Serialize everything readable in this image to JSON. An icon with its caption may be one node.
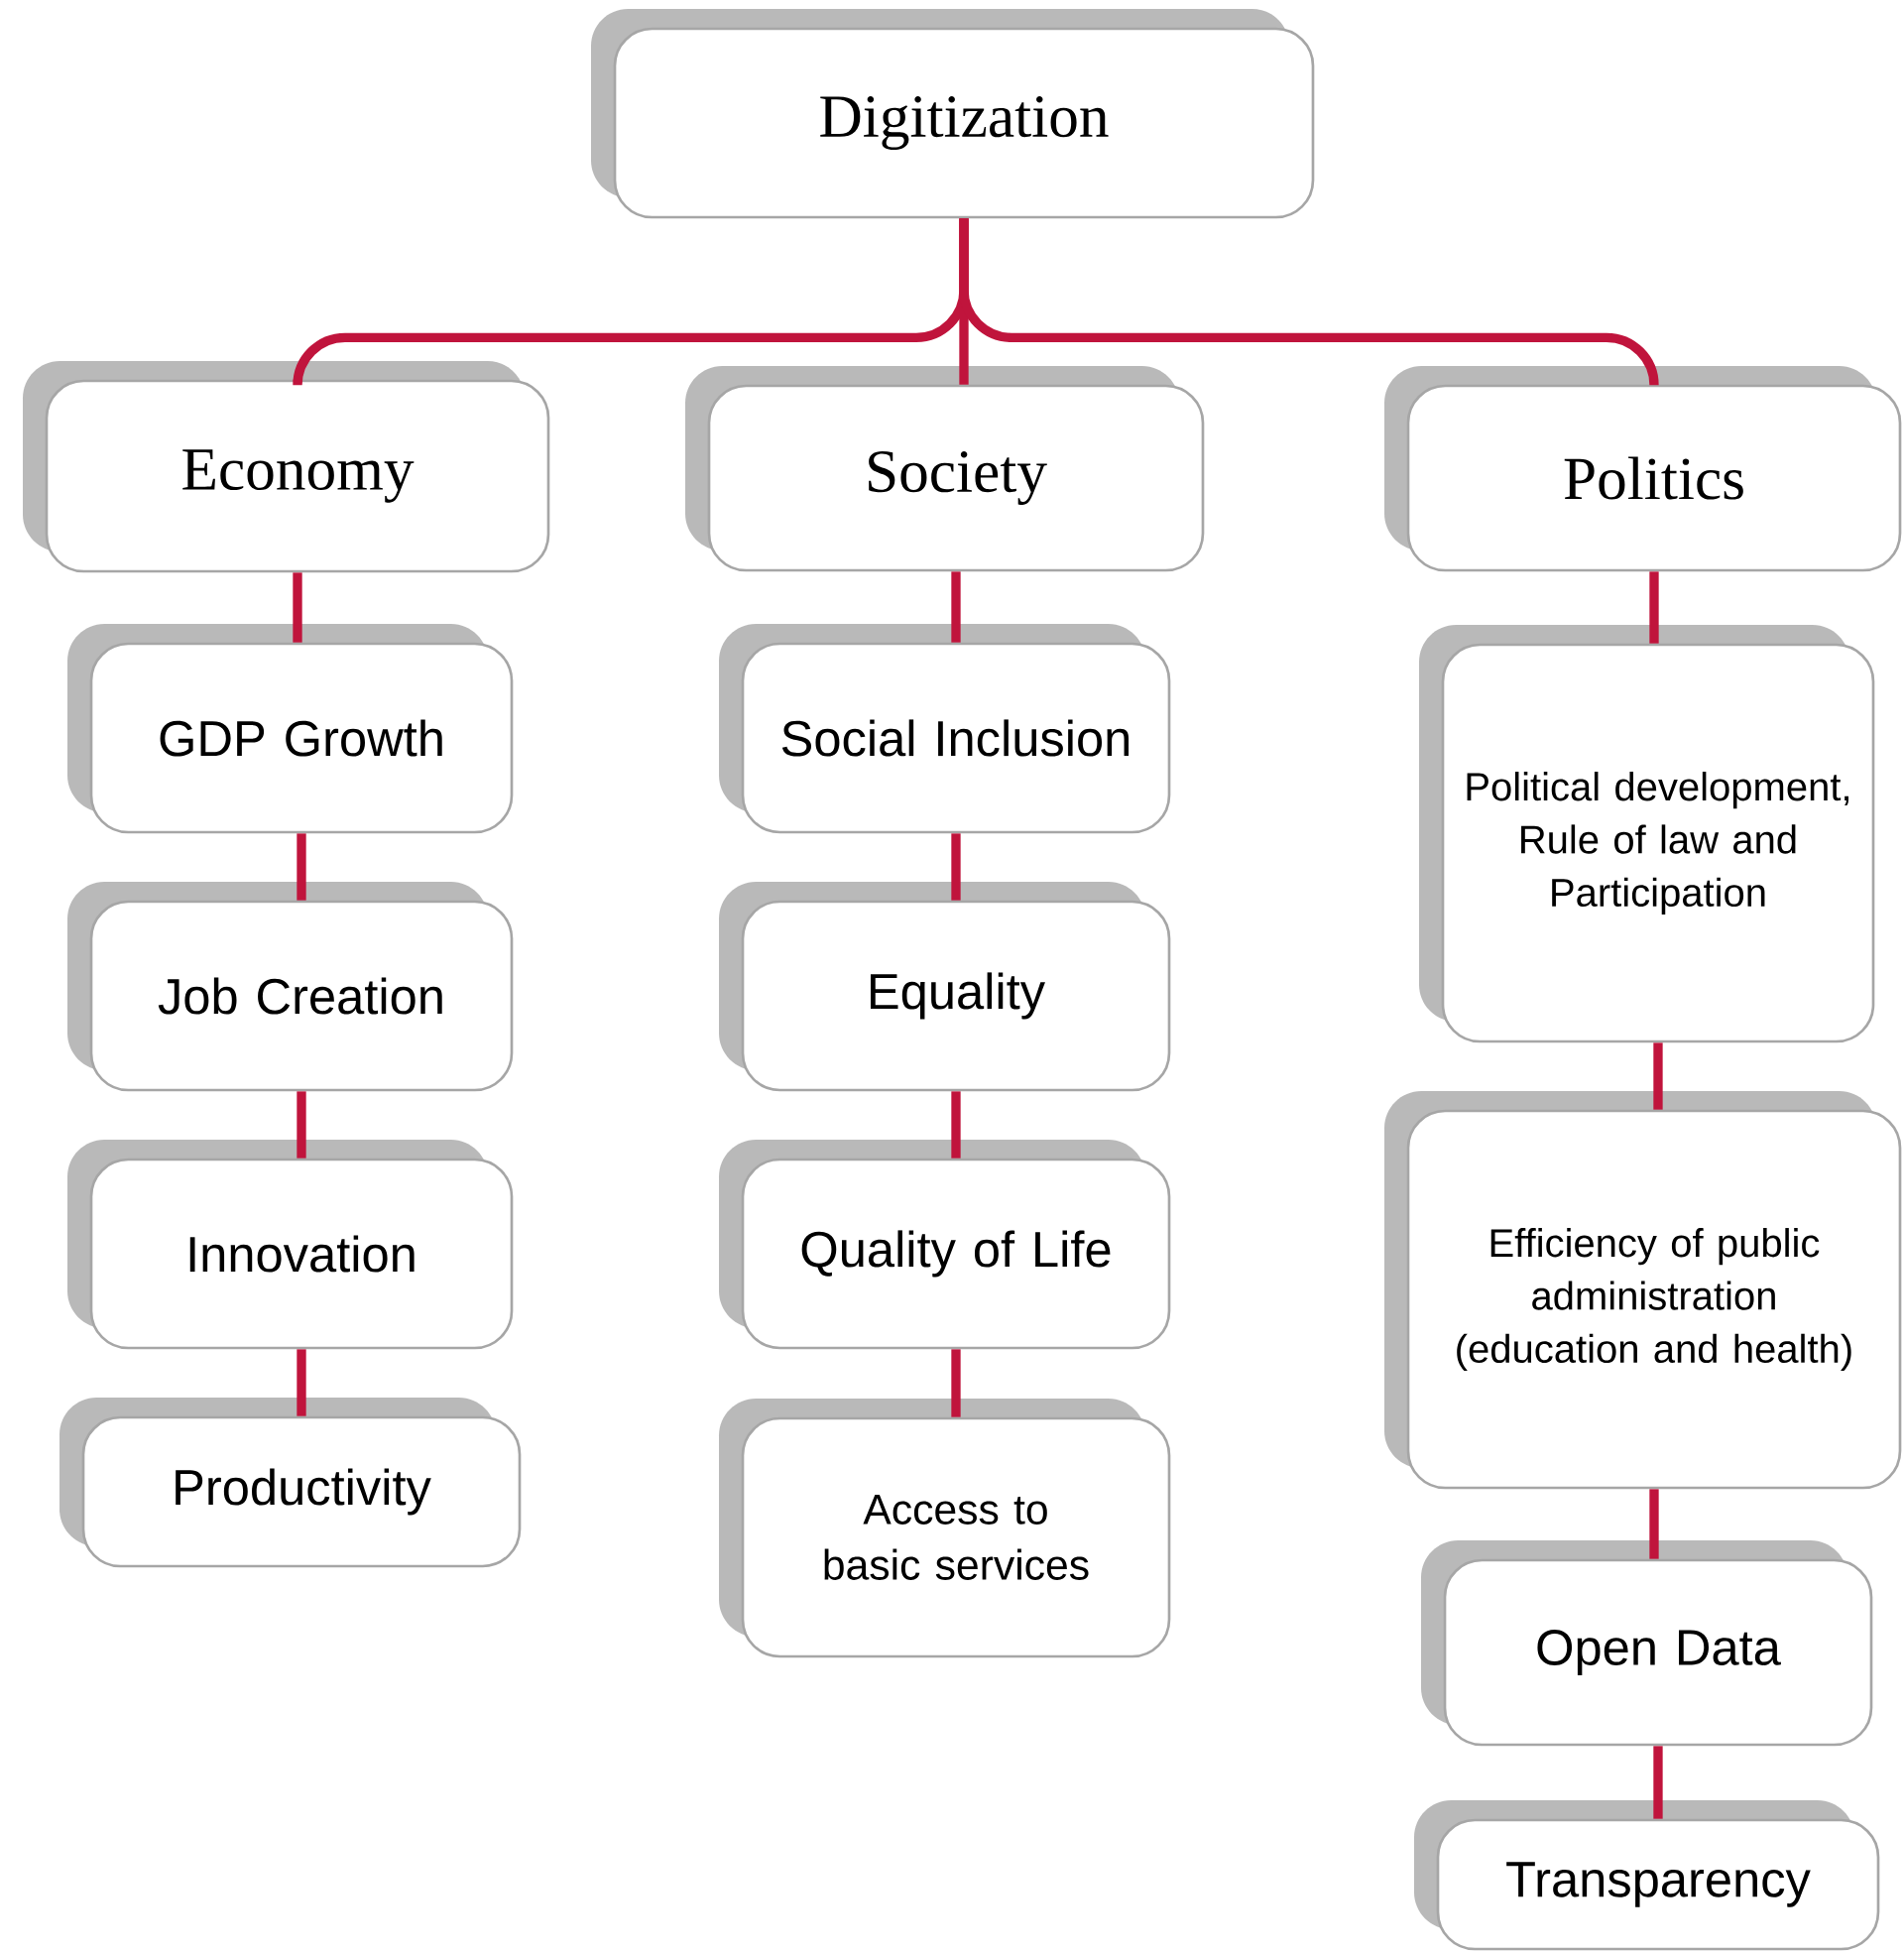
{
  "diagram": {
    "nodes": [
      {
        "text": [
          "Digitization"
        ]
      },
      {
        "text": [
          "Economy"
        ]
      },
      {
        "text": [
          "Society"
        ]
      },
      {
        "text": [
          "Politics"
        ]
      },
      {
        "text": [
          "GDP Growth"
        ]
      },
      {
        "text": [
          "Job Creation"
        ]
      },
      {
        "text": [
          "Innovation"
        ]
      },
      {
        "text": [
          "Productivity"
        ]
      },
      {
        "text": [
          "Social Inclusion"
        ]
      },
      {
        "text": [
          "Equality"
        ]
      },
      {
        "text": [
          "Quality of Life"
        ]
      },
      {
        "text": [
          "Access to basic services"
        ]
      },
      {
        "text": [
          "Political development, Rule of law and Participation"
        ]
      },
      {
        "text": [
          "Efficiency of public administration (education and health)"
        ]
      },
      {
        "text": [
          "Open Data"
        ]
      },
      {
        "text": [
          "Transparency"
        ]
      }
    ],
    "edges": [
      {
        "from": 0,
        "to": 1,
        "arrow": "none"
      },
      {
        "from": 0,
        "to": 2,
        "arrow": "none"
      },
      {
        "from": 0,
        "to": 3,
        "arrow": "none"
      },
      {
        "from": 1,
        "to": 4,
        "arrow": "none"
      },
      {
        "from": 4,
        "to": 5,
        "arrow": "none"
      },
      {
        "from": 5,
        "to": 6,
        "arrow": "none"
      },
      {
        "from": 6,
        "to": 7,
        "arrow": "none"
      },
      {
        "from": 2,
        "to": 8,
        "arrow": "none"
      },
      {
        "from": 8,
        "to": 9,
        "arrow": "none"
      },
      {
        "from": 9,
        "to": 10,
        "arrow": "none"
      },
      {
        "from": 10,
        "to": 11,
        "arrow": "none"
      },
      {
        "from": 3,
        "to": 12,
        "arrow": "none"
      },
      {
        "from": 12,
        "to": 13,
        "arrow": "none"
      },
      {
        "from": 13,
        "to": 14,
        "arrow": "none"
      },
      {
        "from": 14,
        "to": 15,
        "arrow": "none"
      }
    ]
  }
}
